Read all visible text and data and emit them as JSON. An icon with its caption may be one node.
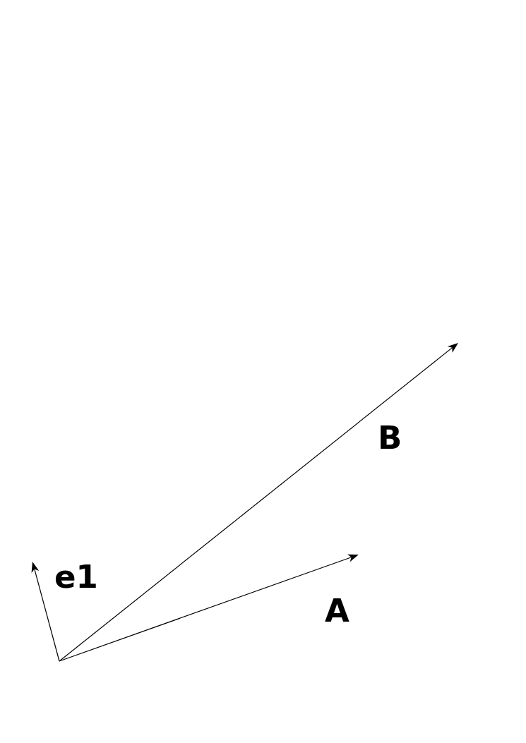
{
  "diagram": {
    "labels": [
      "B",
      "e1",
      "A"
    ]
  }
}
